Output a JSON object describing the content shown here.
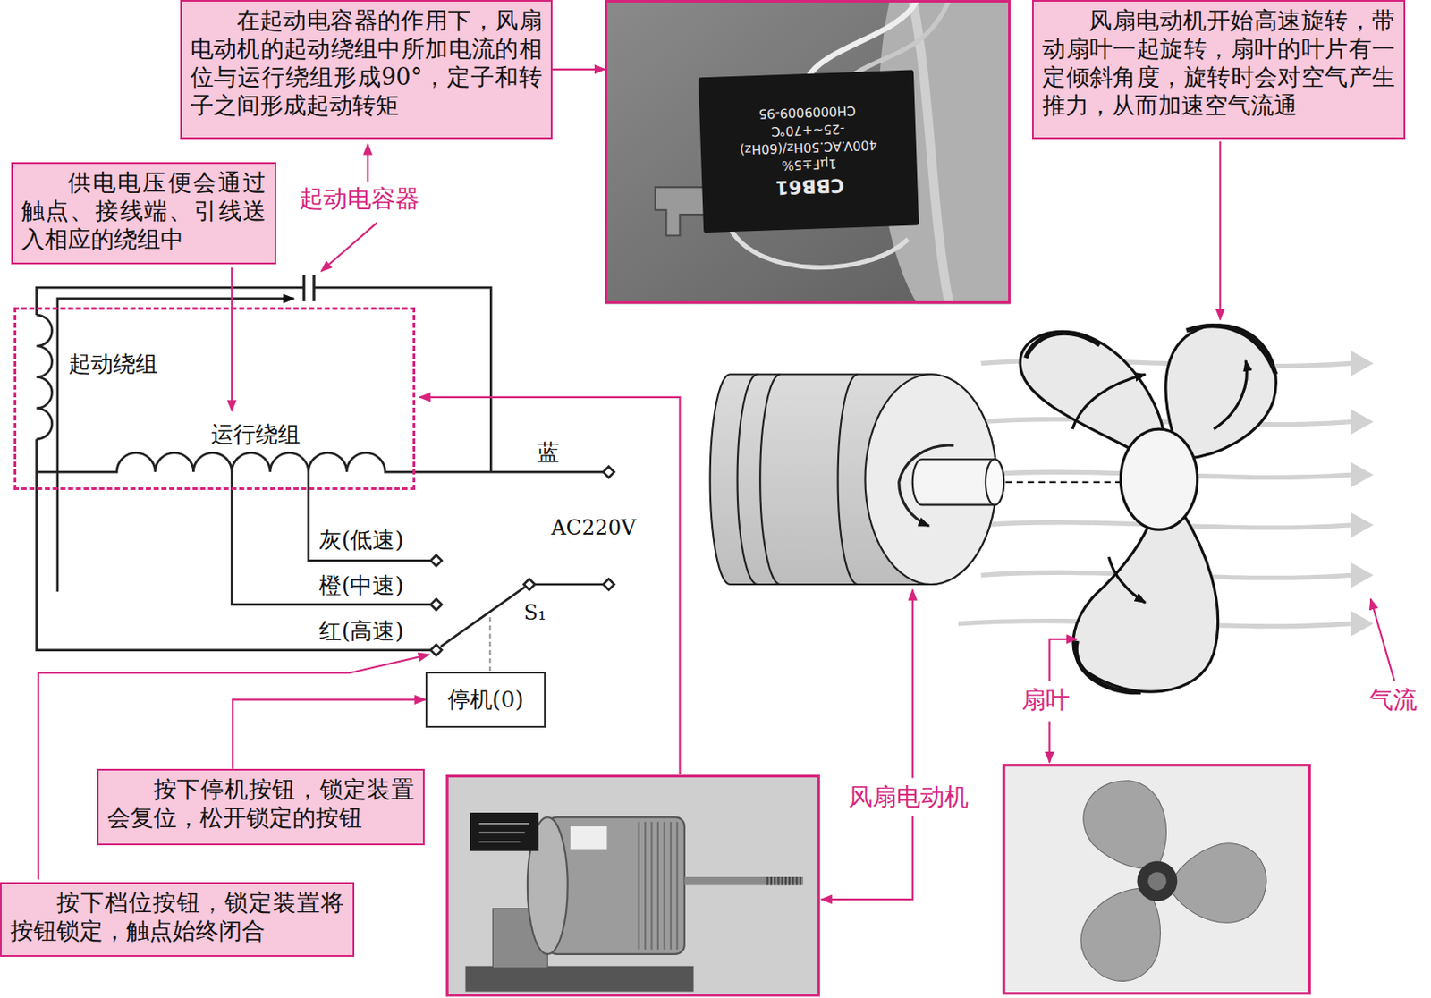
{
  "diagram": {
    "nodes": [
      {
        "text": [
          "在起动电容器的作用下，风扇电动机的起动绕组中所加电流的相位与运行绕组形成90°，定子和转子之间形成起动转矩"
        ]
      },
      {
        "text": [
          "CBB61",
          "1μF±5%",
          "400V.AC.50Hz/(60Hz)",
          "-25~+70℃",
          "CH0009009-95"
        ]
      },
      {
        "text": [
          "风扇电动机开始高速旋转，带动扇叶一起旋转，扇叶的叶片有一定倾斜角度，旋转时会对空气产生推力，从而加速空气流通"
        ]
      },
      {
        "text": [
          "供电电压便会通过触点、接线端、引线送入相应的绕组中"
        ]
      },
      {
        "text": [
          "起动绕组",
          "运行绕组"
        ]
      },
      {
        "text": [
          "停机(0)"
        ]
      },
      {
        "text": [
          "按下停机按钮，锁定装置会复位，松开锁定的按钮"
        ]
      },
      {
        "text": [
          "按下档位按钮，锁定装置将按钮锁定，触点始终闭合"
        ]
      }
    ],
    "edges": [
      {
        "from": 0,
        "to": 1,
        "arrow": "to"
      },
      {
        "from": 6,
        "to": 5,
        "arrow": "to"
      }
    ],
    "labels": [
      "起动电容器",
      "蓝",
      "AC220V",
      "灰(低速)",
      "橙(中速)",
      "红(高速)",
      "S₁",
      "风扇电动机",
      "扇叶",
      "气流"
    ]
  }
}
